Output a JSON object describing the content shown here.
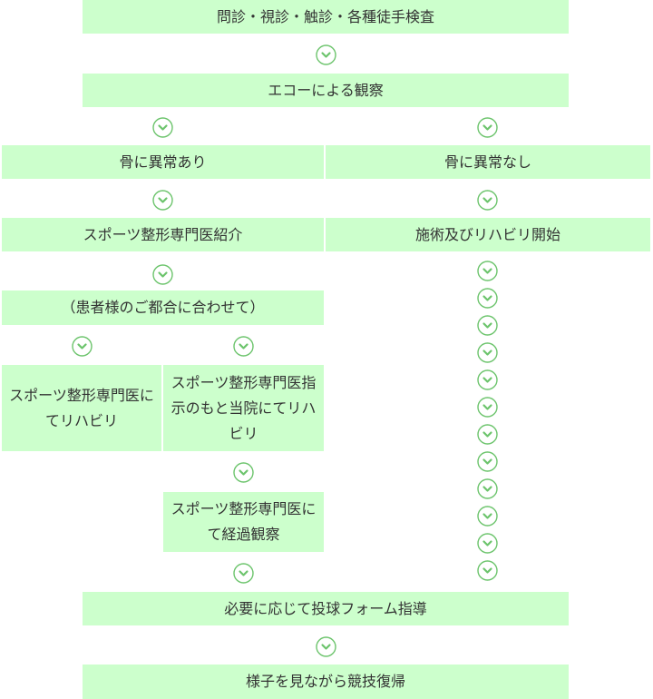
{
  "flow": {
    "step_exam": "問診・視診・触診・各種徒手検査",
    "step_echo": "エコーによる観察",
    "branch_fracture": "骨に異常あり",
    "branch_no_fracture": "骨に異常なし",
    "referral": "スポーツ整形専門医紹介",
    "treatment_start": "施術及びリハビリ開始",
    "patient_choice": "（患者様のご都合に合わせて）",
    "rehab_at_specialist": "スポーツ整形専門医にてリハビリ",
    "rehab_here": "スポーツ整形専門医指示のもと当院にてリハビリ",
    "observation": "スポーツ整形専門医にて経過観察",
    "pitching_form": "必要に応じて投球フォーム指導",
    "return": "様子を見ながら競技復帰"
  },
  "colors": {
    "box": "#ccffcc",
    "arrow": "#6cc46c",
    "text": "#333333"
  },
  "icons": {
    "arrow": "chevron-down-circle-icon"
  }
}
